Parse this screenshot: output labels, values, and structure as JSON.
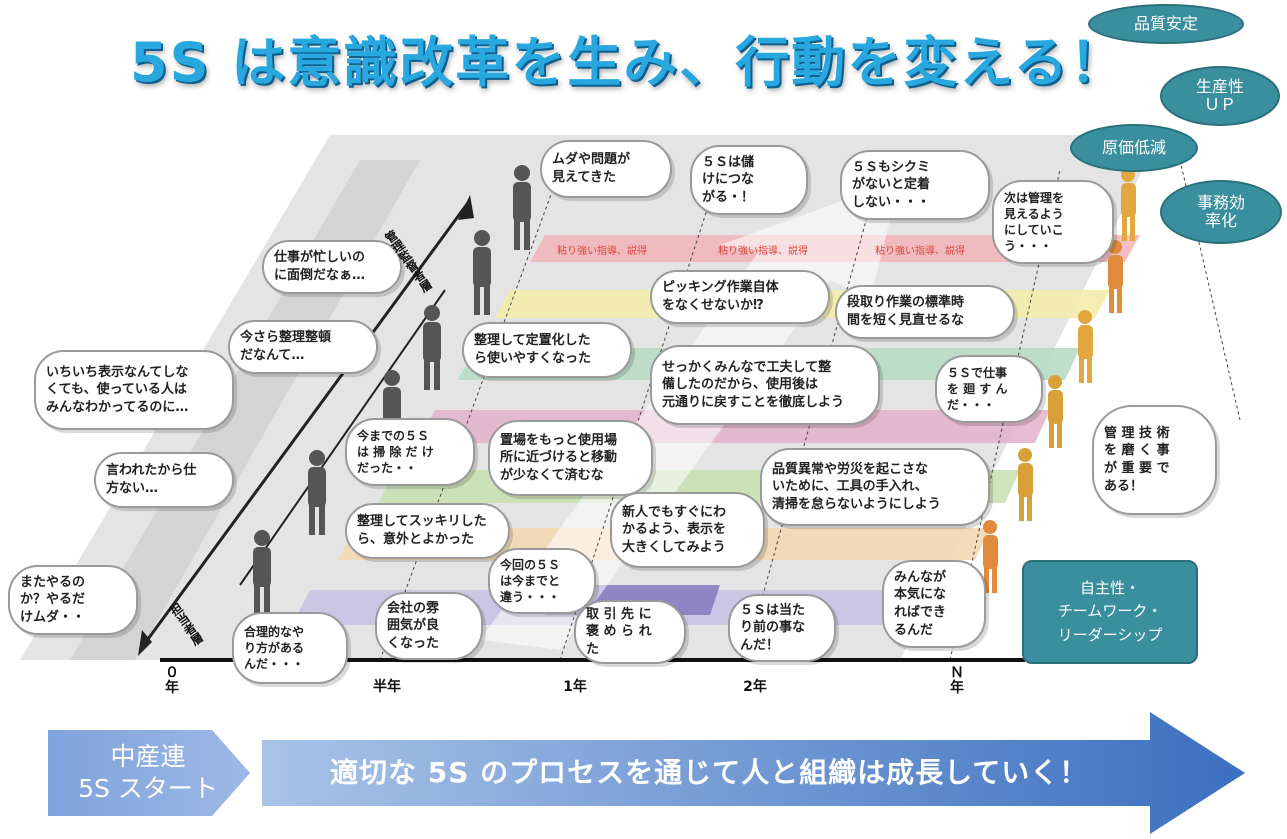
{
  "title": "5S は意識改革を生み、行動を変える！",
  "results": [
    {
      "label": "品質安定"
    },
    {
      "label": "生産性\nＵＰ"
    },
    {
      "label": "原価低減"
    },
    {
      "label": "事務効\n率化"
    }
  ],
  "axis": {
    "ticks": [
      {
        "label": "０\n年"
      },
      {
        "label": "半年"
      },
      {
        "label": "1年"
      },
      {
        "label": "2年"
      },
      {
        "label": "Ｎ\n年"
      }
    ],
    "lower_role": "担当者層",
    "upper_role": "管理監督者層"
  },
  "stripe_labels": [
    "粘り強い指導、説得",
    "粘り強い指導、説得",
    "粘り強い指導、説得"
  ],
  "bubbles": [
    {
      "text": "ムダや問題が\n見えてきた"
    },
    {
      "text": "５Ｓは儲\nけにつな\nがる・！"
    },
    {
      "text": "５Ｓもシクミ\nがないと定着\nしない・・・"
    },
    {
      "text": "次は管理を\n見えるよう\nにしていこ\nう・・・"
    },
    {
      "text": "仕事が忙しいの\nに面倒だなぁ…"
    },
    {
      "text": "ピッキング作業自体\nをなくせないか⁉"
    },
    {
      "text": "段取り作業の標準時\n間を短く見直せるな"
    },
    {
      "text": "今さら整理整頓\nだなんて…"
    },
    {
      "text": "整理して定置化した\nら使いやすくなった"
    },
    {
      "text": "いちいち表示なんてしな\nくても、使っている人は\nみんなわかってるのに…"
    },
    {
      "text": "せっかくみんなで工夫して整\n備したのだから、使用後は\n元通りに戻すことを徹底しよう"
    },
    {
      "text": "５Ｓで仕事\nを 廻 す ん\nだ・・・"
    },
    {
      "text": "今までの５Ｓ\nは 掃 除 だ け\nだった・・"
    },
    {
      "text": "置場をもっと使用場\n所に近づけると移動\nが少なくて済むな"
    },
    {
      "text": "管 理 技 術\nを 磨 く 事\nが 重 要 で\nある！"
    },
    {
      "text": "言われたから仕\n方ない…"
    },
    {
      "text": "品質異常や労災を起こさな\nいために、工具の手入れ、\n清掃を怠らないようにしよう"
    },
    {
      "text": "整理してスッキリした\nら、意外とよかった"
    },
    {
      "text": "新人でもすぐにわ\nかるよう、表示を\n大きくしてみよう"
    },
    {
      "text": "またやるの\nか？やるだ\nけムダ・・"
    },
    {
      "text": "今回の５Ｓ\nは今までと\n違う・・・"
    },
    {
      "text": "みんなが\n本気にな\nればでき\nるんだ"
    },
    {
      "text": "会社の雰\n囲気が良\nくなった"
    },
    {
      "text": "取 引 先 に\n褒 め ら れ\nた"
    },
    {
      "text": "５Ｓは当た\nり前の事な\nんだ！"
    },
    {
      "text": "合理的なや\nり方がある\nんだ・・・"
    }
  ],
  "traits": "自主性・\nチームワーク・\nリーダーシップ",
  "start": {
    "line1": "中産連",
    "line2": "5S スタート"
  },
  "banner": "適切な 5S のプロセスを通じて人と組織は成長していく！"
}
